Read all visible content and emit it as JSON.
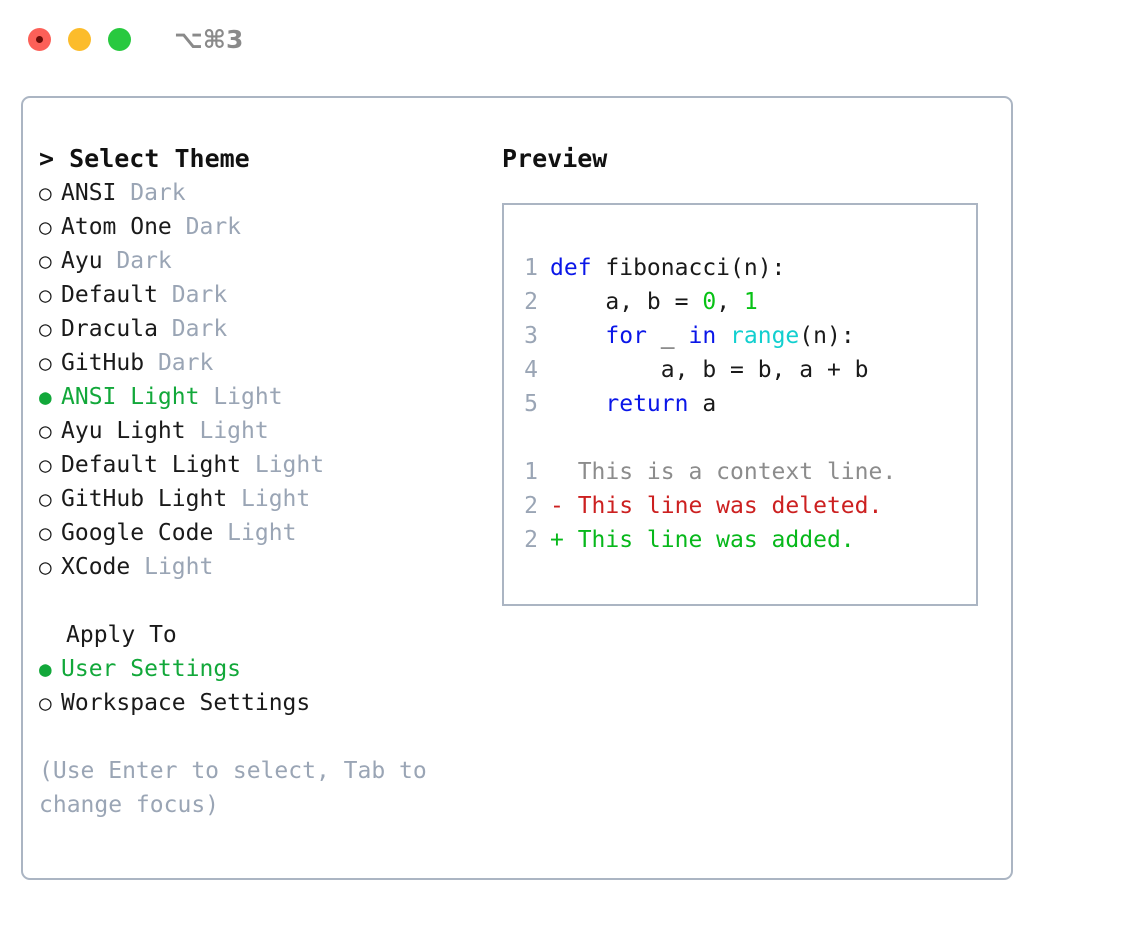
{
  "titlebar": {
    "title": "⌥⌘3",
    "buttons": {
      "close": "close-button",
      "minimize": "minimize-button",
      "maximize": "maximize-button"
    }
  },
  "theme_panel": {
    "header": "> Select Theme",
    "themes": [
      {
        "bullet": "○",
        "name": "ANSI",
        "kind": " Dark",
        "selected": false
      },
      {
        "bullet": "○",
        "name": "Atom One",
        "kind": " Dark",
        "selected": false
      },
      {
        "bullet": "○",
        "name": "Ayu",
        "kind": " Dark",
        "selected": false
      },
      {
        "bullet": "○",
        "name": "Default",
        "kind": " Dark",
        "selected": false
      },
      {
        "bullet": "○",
        "name": "Dracula",
        "kind": " Dark",
        "selected": false
      },
      {
        "bullet": "○",
        "name": "GitHub",
        "kind": " Dark",
        "selected": false
      },
      {
        "bullet": "●",
        "name": "ANSI Light",
        "kind": " Light",
        "selected": true
      },
      {
        "bullet": "○",
        "name": "Ayu Light",
        "kind": " Light",
        "selected": false
      },
      {
        "bullet": "○",
        "name": "Default Light",
        "kind": " Light",
        "selected": false
      },
      {
        "bullet": "○",
        "name": "GitHub Light",
        "kind": " Light",
        "selected": false
      },
      {
        "bullet": "○",
        "name": "Google Code",
        "kind": " Light",
        "selected": false
      },
      {
        "bullet": "○",
        "name": "XCode",
        "kind": " Light",
        "selected": false
      }
    ],
    "apply_to": {
      "label": "Apply To",
      "options": [
        {
          "bullet": "●",
          "name": "User Settings",
          "kind": "",
          "selected": true
        },
        {
          "bullet": "○",
          "name": "Workspace Settings",
          "kind": "",
          "selected": false
        }
      ]
    },
    "hint": "(Use Enter to select, Tab to change focus)"
  },
  "preview_panel": {
    "header": "Preview",
    "code_lines": [
      {
        "number": "1",
        "tokens": [
          {
            "text": "def",
            "style": "tok-kw"
          },
          {
            "text": " fibonacci(n):",
            "style": "tok-plain"
          }
        ]
      },
      {
        "number": "2",
        "tokens": [
          {
            "text": "    a, b = ",
            "style": "tok-plain"
          },
          {
            "text": "0",
            "style": "tok-num"
          },
          {
            "text": ", ",
            "style": "tok-plain"
          },
          {
            "text": "1",
            "style": "tok-num"
          }
        ]
      },
      {
        "number": "3",
        "tokens": [
          {
            "text": "    ",
            "style": "tok-plain"
          },
          {
            "text": "for",
            "style": "tok-kw"
          },
          {
            "text": " _ ",
            "style": "tok-plain"
          },
          {
            "text": "in",
            "style": "tok-kw"
          },
          {
            "text": " ",
            "style": "tok-plain"
          },
          {
            "text": "range",
            "style": "tok-fn"
          },
          {
            "text": "(n):",
            "style": "tok-plain"
          }
        ]
      },
      {
        "number": "4",
        "tokens": [
          {
            "text": "        a, b = b, a + b",
            "style": "tok-plain"
          }
        ]
      },
      {
        "number": "5",
        "tokens": [
          {
            "text": "    ",
            "style": "tok-plain"
          },
          {
            "text": "return",
            "style": "tok-kw"
          },
          {
            "text": " a",
            "style": "tok-plain"
          }
        ]
      }
    ],
    "diff_lines": [
      {
        "number": "1",
        "text": "  This is a context line.",
        "style": "diff-ctx"
      },
      {
        "number": "2",
        "text": "- This line was deleted.",
        "style": "diff-del"
      },
      {
        "number": "2",
        "text": "+ This line was added.",
        "style": "diff-add"
      }
    ]
  },
  "colors": {
    "accent_green": "#12a83a",
    "keyword_blue": "#0a16e8",
    "function_cyan": "#12cfcf",
    "number_green": "#07c215",
    "muted_gray": "#9aa5b5",
    "diff_added": "#07b81b",
    "diff_deleted": "#cc2020",
    "border": "#abb5c3",
    "traffic_close": "#fc6058",
    "traffic_minimize": "#fcbc2b",
    "traffic_maximize": "#28c93f"
  }
}
